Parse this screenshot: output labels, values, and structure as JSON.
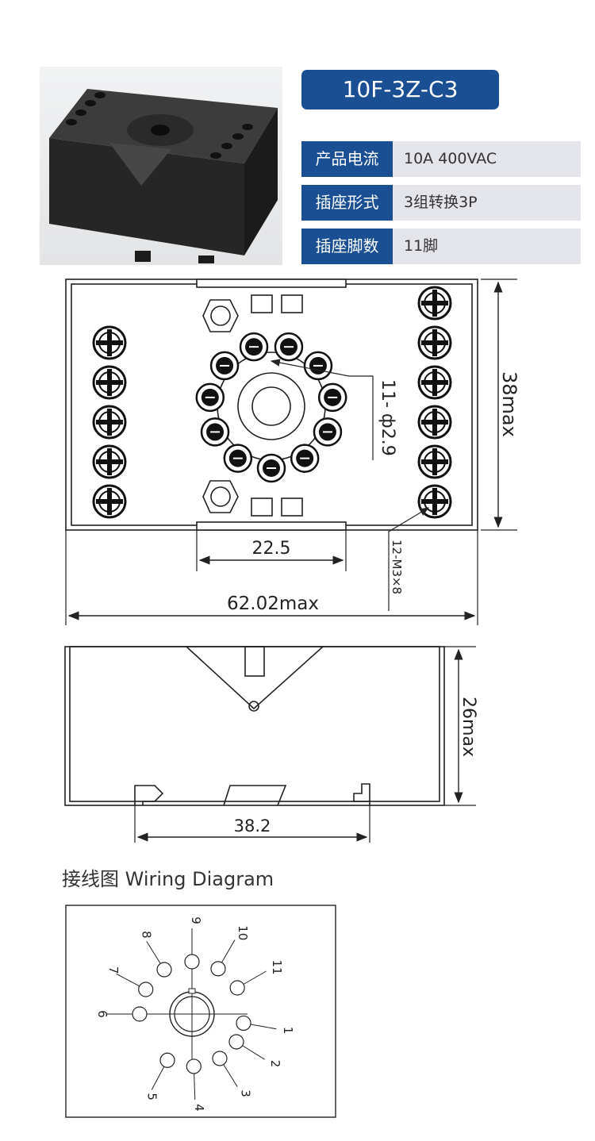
{
  "product": {
    "model": "10F-3Z-C3",
    "specs": [
      {
        "label": "产品电流",
        "value": "10A 400VAC"
      },
      {
        "label": "插座形式",
        "value": "3组转换3P"
      },
      {
        "label": "插座脚数",
        "value": "11脚"
      }
    ]
  },
  "top_view": {
    "hole_spec": "11- ф2.9",
    "height": "38max",
    "pin_spacing": "22.5",
    "screw_spec": "12-M3×8",
    "width": "62.02max"
  },
  "side_view": {
    "height": "26max",
    "rail_width": "38.2"
  },
  "wiring": {
    "title": "接线图 Wiring Diagram",
    "pins": [
      "1",
      "2",
      "3",
      "4",
      "5",
      "6",
      "7",
      "8",
      "9",
      "10",
      "11"
    ]
  }
}
